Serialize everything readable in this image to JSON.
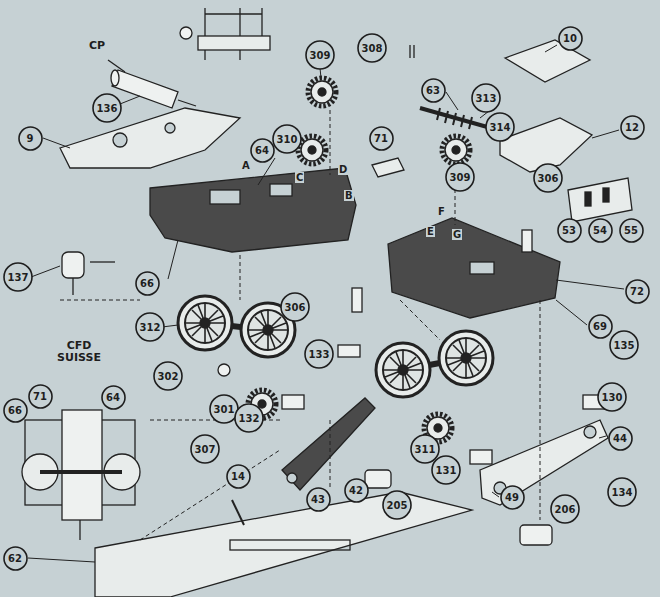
{
  "diagram": {
    "nodes": [
      {
        "text": [
          "136"
        ]
      },
      {
        "text": [
          "9"
        ]
      },
      {
        "text": [
          "309"
        ]
      },
      {
        "text": [
          "308"
        ]
      },
      {
        "text": [
          "63"
        ]
      },
      {
        "text": [
          "313"
        ]
      },
      {
        "text": [
          "10"
        ]
      },
      {
        "text": [
          "12"
        ]
      },
      {
        "text": [
          "314"
        ]
      },
      {
        "text": [
          "310"
        ]
      },
      {
        "text": [
          "64"
        ]
      },
      {
        "text": [
          "71"
        ]
      },
      {
        "text": [
          "309"
        ]
      },
      {
        "text": [
          "306"
        ]
      },
      {
        "text": [
          "53"
        ]
      },
      {
        "text": [
          "54"
        ]
      },
      {
        "text": [
          "55"
        ]
      },
      {
        "text": [
          "137"
        ]
      },
      {
        "text": [
          "66"
        ]
      },
      {
        "text": [
          "72"
        ]
      },
      {
        "text": [
          "306"
        ]
      },
      {
        "text": [
          "312"
        ]
      },
      {
        "text": [
          "69"
        ]
      },
      {
        "text": [
          "135"
        ]
      },
      {
        "text": [
          "133"
        ]
      },
      {
        "text": [
          "302"
        ]
      },
      {
        "text": [
          "71"
        ]
      },
      {
        "text": [
          "64"
        ]
      },
      {
        "text": [
          "130"
        ]
      },
      {
        "text": [
          "66"
        ]
      },
      {
        "text": [
          "301"
        ]
      },
      {
        "text": [
          "132"
        ]
      },
      {
        "text": [
          "44"
        ]
      },
      {
        "text": [
          "307"
        ]
      },
      {
        "text": [
          "311"
        ]
      },
      {
        "text": [
          "131"
        ]
      },
      {
        "text": [
          "14"
        ]
      },
      {
        "text": [
          "42"
        ]
      },
      {
        "text": [
          "134"
        ]
      },
      {
        "text": [
          "49"
        ]
      },
      {
        "text": [
          "43"
        ]
      },
      {
        "text": [
          "205"
        ]
      },
      {
        "text": [
          "206"
        ]
      },
      {
        "text": [
          "62"
        ]
      }
    ],
    "labels": [
      "CP",
      "CFD SUISSE",
      "A",
      "B",
      "C",
      "D",
      "E",
      "F",
      "G"
    ]
  }
}
